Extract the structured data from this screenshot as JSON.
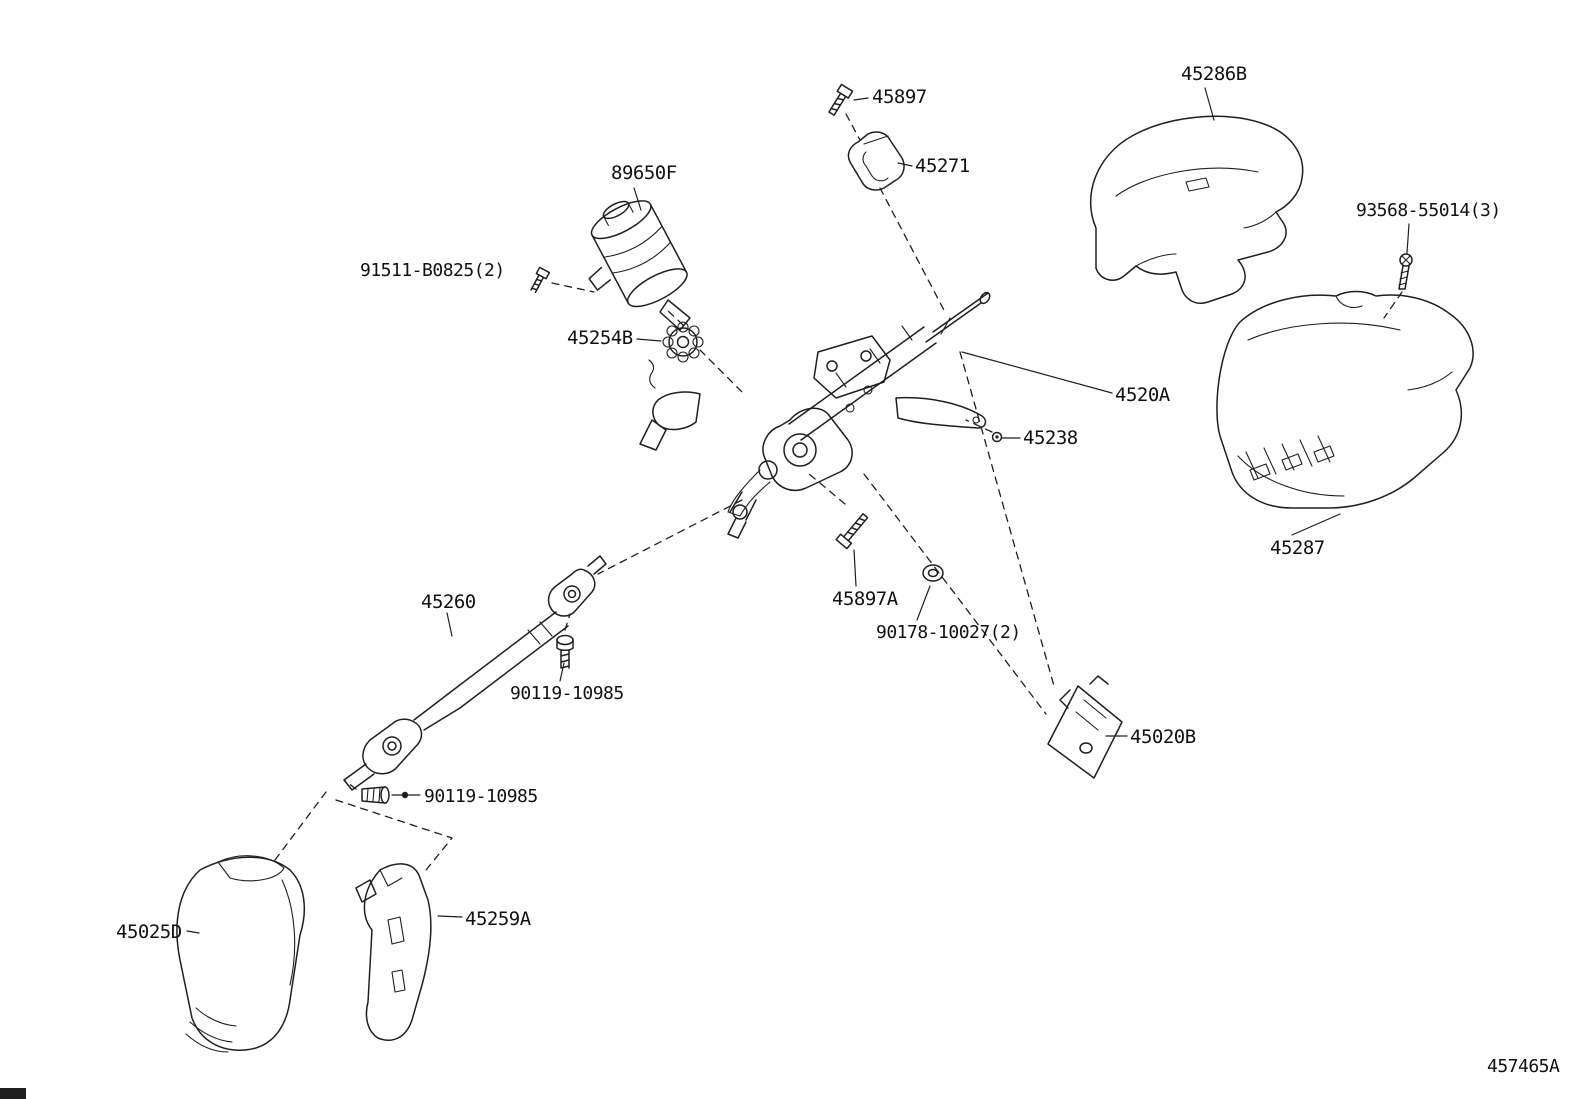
{
  "diagram": {
    "type": "parts-diagram",
    "subject": "steering column and shaft",
    "background_color": "#ffffff",
    "line_color": "#1f1f1f",
    "drawing_number": "457465A",
    "labels": [
      {
        "part_no": "45897",
        "text": "45897"
      },
      {
        "part_no": "45271",
        "text": "45271"
      },
      {
        "part_no": "45286B",
        "text": "45286B"
      },
      {
        "part_no": "93568-55014(3)",
        "text": "93568-55014(3)"
      },
      {
        "part_no": "89650F",
        "text": "89650F"
      },
      {
        "part_no": "91511-B0825(2)",
        "text": "91511-B0825(2)"
      },
      {
        "part_no": "45254B",
        "text": "45254B"
      },
      {
        "part_no": "4520A",
        "text": "4520A"
      },
      {
        "part_no": "45238",
        "text": "45238"
      },
      {
        "part_no": "45287",
        "text": "45287"
      },
      {
        "part_no": "45260",
        "text": "45260"
      },
      {
        "part_no": "45897A",
        "text": "45897A"
      },
      {
        "part_no": "90178-10027(2)",
        "text": "90178-10027(2)"
      },
      {
        "part_no": "90119-10985",
        "text": "90119-10985"
      },
      {
        "part_no": "45020B",
        "text": "45020B"
      },
      {
        "part_no": "90119-10985",
        "text": "90119-10985"
      },
      {
        "part_no": "45025D",
        "text": "45025D"
      },
      {
        "part_no": "45259A",
        "text": "45259A"
      }
    ]
  }
}
